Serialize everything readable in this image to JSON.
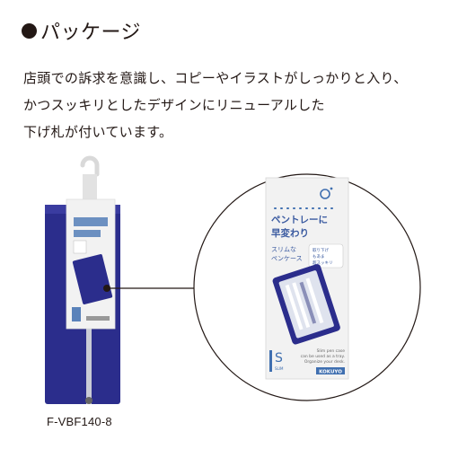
{
  "section": {
    "title": "パッケージ"
  },
  "description": {
    "lines": [
      "店頭での訴求を意識し、コピーやイラストがしっかりと入り、",
      "かつスッキリとしたデザインにリニューアルした",
      "下げ札が付いています。"
    ]
  },
  "tag": {
    "headline_1": "ペントレーに",
    "headline_2": "早変わり",
    "sub_1": "スリムな",
    "sub_2": "ペンケース",
    "bubble_1": "取り下げ",
    "bubble_2": "もあま",
    "bubble_3": "超スッキリ",
    "size_letter": "S",
    "size_caption": "SLIM",
    "english_1": "Slim pen case",
    "english_2": "can be used as a tray.",
    "english_3": "Organize your desk.",
    "brand": "KOKUYO"
  },
  "product": {
    "model": "F-VBF140-8"
  },
  "colors": {
    "navy": "#2b2d8c",
    "tag_bg": "#f2f2f2",
    "accent": "#3f6fb0",
    "text": "#231815"
  }
}
